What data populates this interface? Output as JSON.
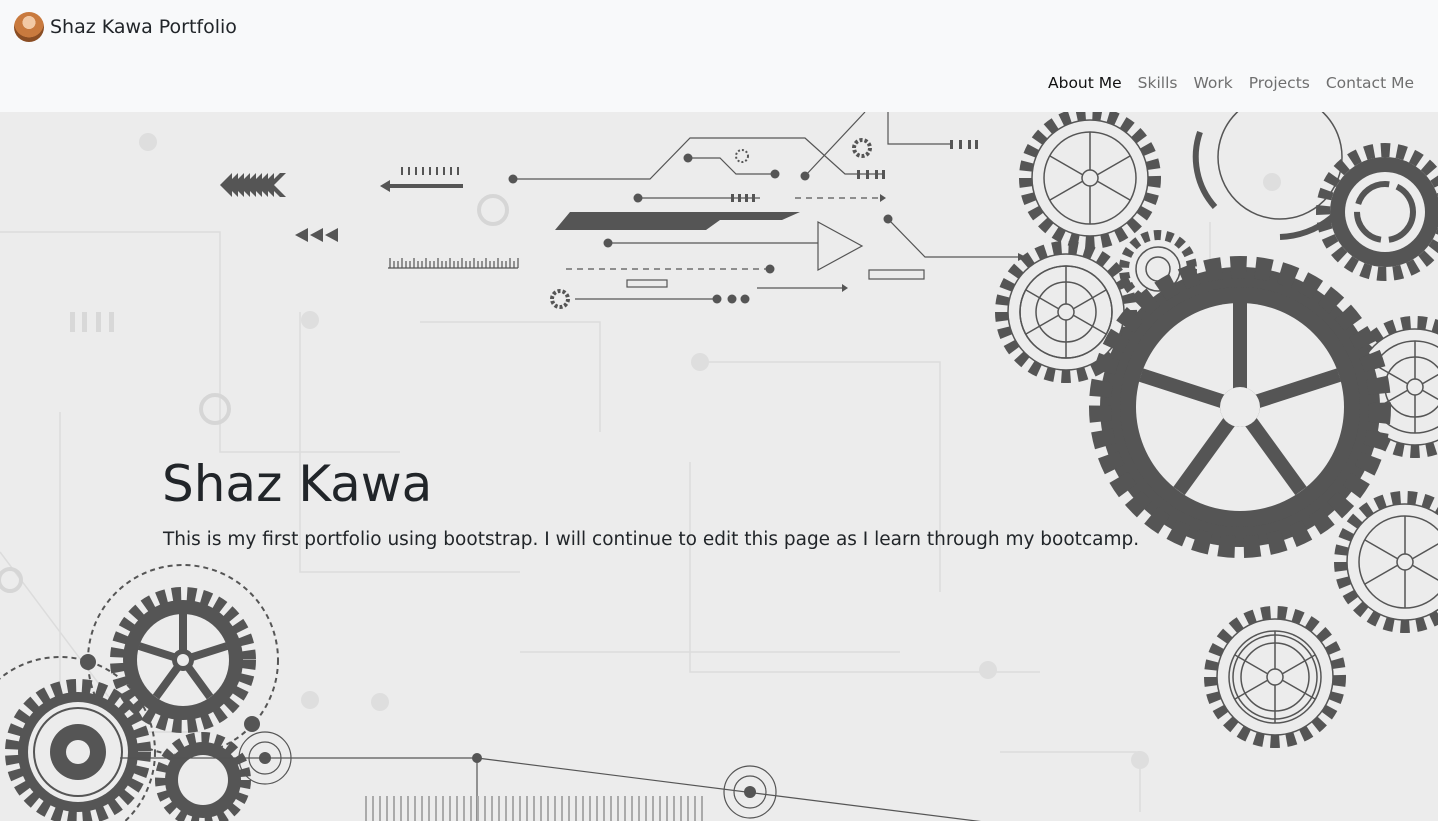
{
  "brand": {
    "name": "Shaz Kawa Portfolio"
  },
  "nav": {
    "items": [
      {
        "label": "About Me",
        "active": true
      },
      {
        "label": "Skills",
        "active": false
      },
      {
        "label": "Work",
        "active": false
      },
      {
        "label": "Projects",
        "active": false
      },
      {
        "label": "Contact Me",
        "active": false
      }
    ]
  },
  "hero": {
    "title": "Shaz Kawa",
    "lead": "This is my first portfolio using bootstrap. I will continue to edit this page as I learn through my bootcamp.",
    "background": "gears-and-circuit-illustration"
  },
  "colors": {
    "navbar_bg": "#f8f9fa",
    "hero_bg": "#ececec",
    "gear_dark": "#555555",
    "text": "#212529",
    "nav_muted": "#6f6f6f"
  }
}
